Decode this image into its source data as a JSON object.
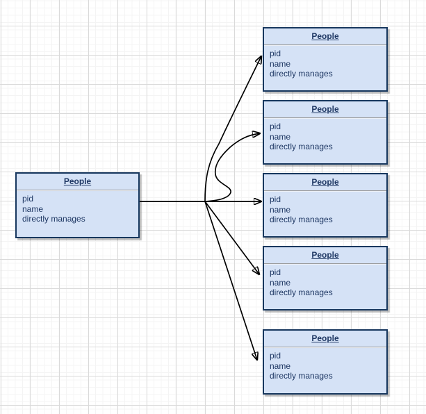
{
  "canvas": {
    "background_color": "#ffffff",
    "grid_minor_color": "#f4f4f4",
    "grid_major_color": "#dadada"
  },
  "style": {
    "entity_fill": "#d5e2f6",
    "entity_border": "#17375e",
    "entity_text": "#1f3864",
    "separator_color": "#9a9a9a",
    "arrow_color": "#000000"
  },
  "entities": {
    "source": {
      "title": "People",
      "fields": [
        "pid",
        "name",
        "directly manages"
      ]
    },
    "targets": [
      {
        "title": "People",
        "fields": [
          "pid",
          "name",
          "directly manages"
        ]
      },
      {
        "title": "People",
        "fields": [
          "pid",
          "name",
          "directly manages"
        ]
      },
      {
        "title": "People",
        "fields": [
          "pid",
          "name",
          "directly manages"
        ]
      },
      {
        "title": "People",
        "fields": [
          "pid",
          "name",
          "directly manages"
        ]
      },
      {
        "title": "People",
        "fields": [
          "pid",
          "name",
          "directly manages"
        ]
      }
    ]
  }
}
